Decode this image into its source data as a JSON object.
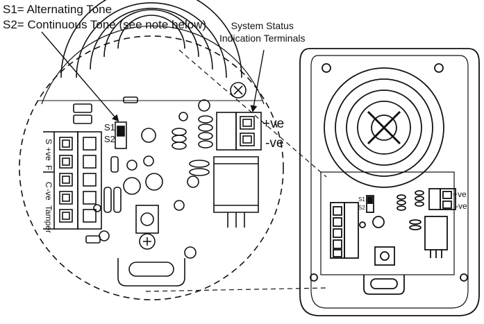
{
  "legend": {
    "s1": "S1= Alternating Tone",
    "s2": "S2= Continuous Tone (see note below)"
  },
  "callout": {
    "line1": "System Status",
    "line2": "Indication Terminals"
  },
  "board_labels": {
    "switch_s1": "S1",
    "switch_s2": "S2",
    "pos_ve": "+ve",
    "neg_ve": "-ve",
    "term_s": "S",
    "term_plus_ve": "+ve",
    "term_f": "F",
    "term_c": "C",
    "term_minus_ve": "-ve",
    "term_tamper": "Tamper"
  },
  "small_board_labels": {
    "s1": "S1",
    "s2": "S2",
    "pos_ve": "+ve",
    "neg_ve": "-ve"
  }
}
